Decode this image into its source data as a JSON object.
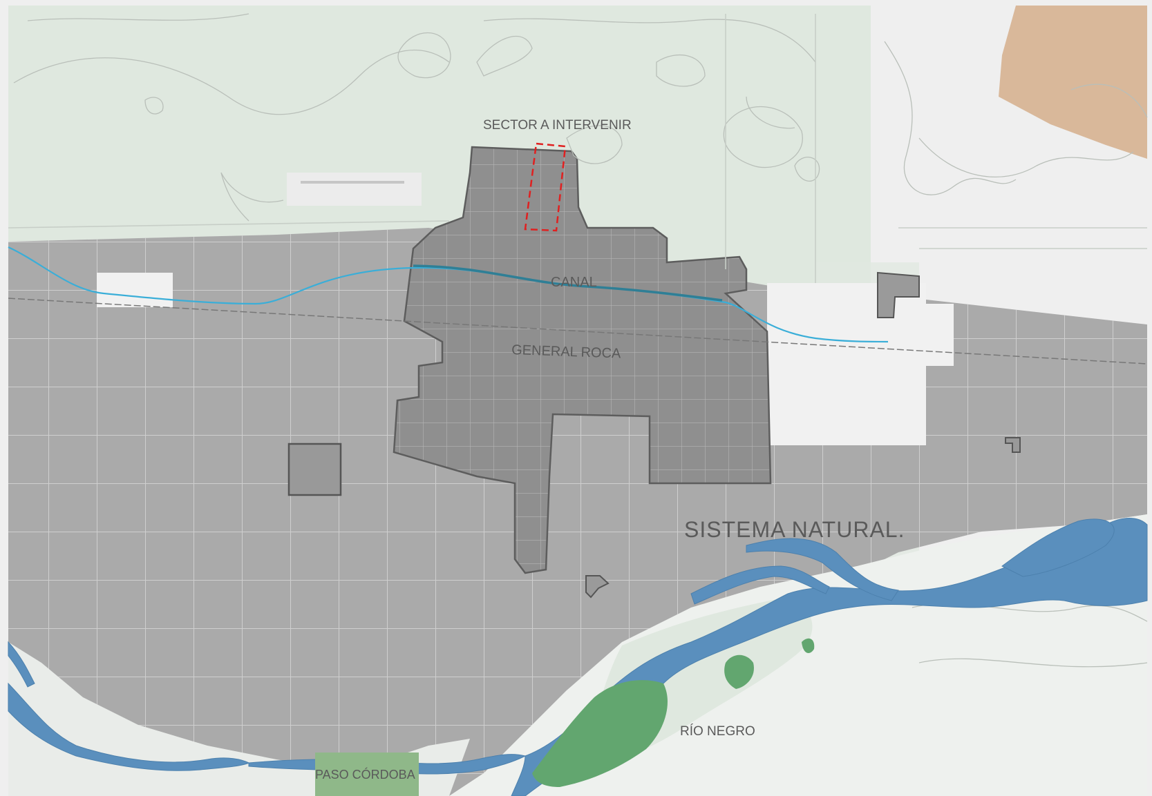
{
  "map": {
    "labels": {
      "sector": "SECTOR A INTERVENIR",
      "canal": "CANAL",
      "city": "GENERAL ROCA",
      "natural": "SISTEMA NATURAL.",
      "river": "RÍO NEGRO",
      "paso": "PASO CÓRDOBA"
    },
    "colors": {
      "urban_gray": "#a9a9a9",
      "city_fill": "#8f8f8f",
      "green_zone": "#dfe8df",
      "river_blue": "#5a8fbd",
      "canal_blue": "#3aaed8",
      "forest_green": "#62a66f",
      "highlight_red": "#e02020",
      "brown_area": "#d9b89a"
    }
  }
}
